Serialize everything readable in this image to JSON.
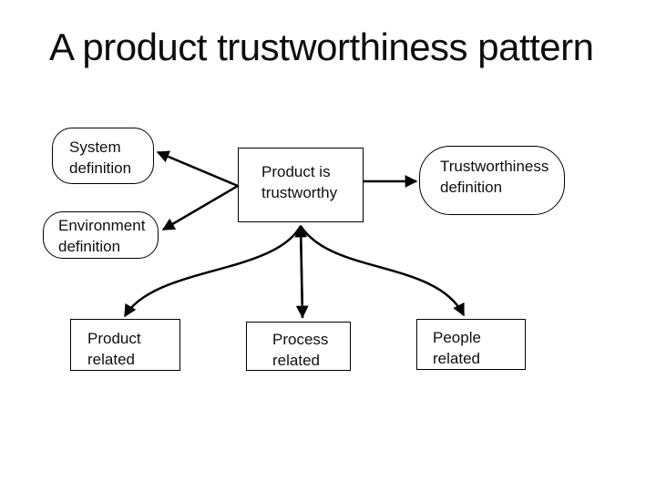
{
  "slide": {
    "title": "A product trustworthiness pattern",
    "background_color": "#ffffff",
    "line_color": "#000000",
    "text_color": "#0f0f0f"
  },
  "nodes": {
    "system_definition": {
      "label": "System definition",
      "shape": "rounded-rectangle"
    },
    "environment_definition": {
      "label": "Environment definition",
      "shape": "rounded-rectangle"
    },
    "product_is_trustworthy": {
      "label": "Product is trustworthy",
      "shape": "rectangle"
    },
    "trustworthiness_definition": {
      "label": "Trustworthiness definition",
      "shape": "rounded-rectangle"
    },
    "product_related": {
      "label": "Product related",
      "shape": "rectangle"
    },
    "process_related": {
      "label": "Process related",
      "shape": "rectangle"
    },
    "people_related": {
      "label": "People related",
      "shape": "rectangle"
    }
  },
  "edges": [
    {
      "from": "product_is_trustworthy",
      "to": "system_definition",
      "style": "straight-arrow"
    },
    {
      "from": "product_is_trustworthy",
      "to": "environment_definition",
      "style": "straight-arrow"
    },
    {
      "from": "product_is_trustworthy",
      "to": "trustworthiness_definition",
      "style": "straight-arrow"
    },
    {
      "from": "product_is_trustworthy",
      "to": "product_related",
      "style": "curved-arrow"
    },
    {
      "from": "product_is_trustworthy",
      "to": "process_related",
      "style": "straight-arrow-double-headed"
    },
    {
      "from": "product_is_trustworthy",
      "to": "people_related",
      "style": "curved-arrow"
    }
  ]
}
